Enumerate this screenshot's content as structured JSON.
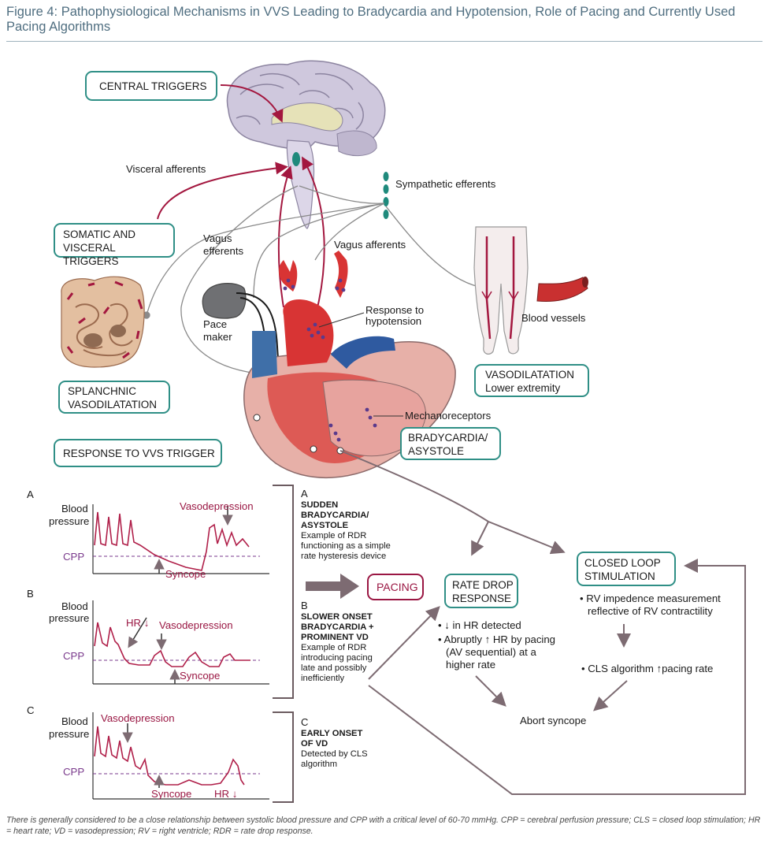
{
  "figure_title": "Figure 4: Pathophysiological Mechanisms in VVS Leading to Bradycardia and Hypotension, Role of Pacing and Currently Used Pacing Algorithms",
  "boxes": {
    "central_triggers": "CENTRAL TRIGGERS",
    "somatic_line1": "SOMATIC AND",
    "somatic_line2": "VISCERAL TRIGGERS",
    "splanchnic_line1": "SPLANCHNIC",
    "splanchnic_line2": "VASODILATATION",
    "vasodilatation_line1": "VASODILATATION",
    "vasodilatation_line2": "Lower extremity",
    "bradycardia_line1": "BRADYCARDIA/",
    "bradycardia_line2": "ASYSTOLE",
    "response_to_vvs": "RESPONSE TO VVS TRIGGER",
    "pacing": "PACING",
    "rate_drop_line1": "RATE DROP",
    "rate_drop_line2": "RESPONSE",
    "closed_loop_line1": "CLOSED LOOP",
    "closed_loop_line2": "STIMULATION"
  },
  "labels": {
    "visceral_afferents": "Visceral afferents",
    "sympathetic_efferents": "Sympathetic efferents",
    "vagus_efferents_line1": "Vagus",
    "vagus_efferents_line2": "efferents",
    "vagus_afferents": "Vagus afferents",
    "pacemaker_line1": "Pace",
    "pacemaker_line2": "maker",
    "response_hypo_line1": "Response to",
    "response_hypo_line2": "hypotension",
    "blood_vessels": "Blood vessels",
    "mechanoreceptors": "Mechanoreceptors"
  },
  "panels": {
    "a": {
      "letter": "A",
      "blood_line1": "Blood",
      "blood_line2": "pressure",
      "cpp": "CPP",
      "annot1": "Vasodepression",
      "syncope": "Syncope"
    },
    "b": {
      "letter": "B",
      "blood_line1": "Blood",
      "blood_line2": "pressure",
      "cpp": "CPP",
      "hr": "HR ↓",
      "annot1": "Vasodepression",
      "syncope": "Syncope"
    },
    "c": {
      "letter": "C",
      "blood_line1": "Blood",
      "blood_line2": "pressure",
      "cpp": "CPP",
      "annot1": "Vasodepression",
      "syncope": "Syncope",
      "hr": "HR ↓"
    }
  },
  "mid_text": {
    "a_letter": "A",
    "a_head1": "SUDDEN",
    "a_head2": "BRADYCARDIA/",
    "a_head3": "ASYSTOLE",
    "a_body1": "Example of RDR",
    "a_body2": "functioning as a simple",
    "a_body3": "rate hysteresis device",
    "b_letter": "B",
    "b_head1": "SLOWER ONSET",
    "b_head2": "BRADYCARDIA +",
    "b_head3": "PROMINENT VD",
    "b_body1": "Example of RDR",
    "b_body2": "introducing pacing",
    "b_body3": "late and possibly",
    "b_body4": "inefficiently",
    "c_letter": "C",
    "c_head1": "EARLY ONSET",
    "c_head2": "OF VD",
    "c_body1": "Detected by CLS",
    "c_body2": "algorithm"
  },
  "algorithm": {
    "rdr_bullet1": "• ↓ in HR detected",
    "rdr_bullet2_line1": "• Abruptly ↑ HR by pacing",
    "rdr_bullet2_line2": "(AV sequential) at a",
    "rdr_bullet2_line3": "higher rate",
    "cls_bullet1_line1": "• RV impedence measurement",
    "cls_bullet1_line2": "reflective of RV contractility",
    "cls_bullet2": "• CLS algorithm ↑pacing rate",
    "abort": "Abort syncope"
  },
  "caption": "There is generally considered to be a close relationship between systolic blood pressure and CPP with a critical level of 60-70 mmHg. CPP = cerebral perfusion pressure; CLS = closed loop stimulation; HR = heart rate; VD = vasodepression; RV = right ventricle; RDR = rate drop response.",
  "colors": {
    "teal": "#2f8f86",
    "maroon": "#9a1743",
    "purple": "#7a3a8c",
    "arrow_grey": "#7d6b72",
    "title": "#4f6e80"
  }
}
